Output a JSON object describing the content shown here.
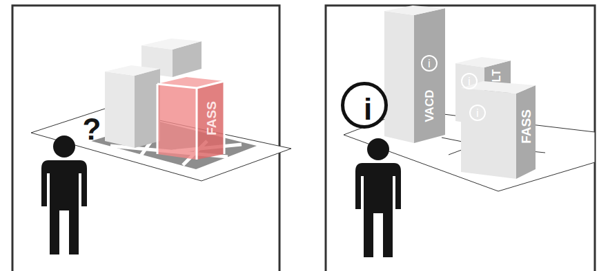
{
  "diagram": {
    "nodes": [
      {
        "text": [
          "FASS"
        ]
      },
      {
        "text": [
          "VACD",
          "i"
        ]
      },
      {
        "text": [
          "i",
          "LT"
        ]
      },
      {
        "text": [
          "i",
          "FASS"
        ]
      },
      {
        "text": [
          "i"
        ]
      }
    ],
    "labels": [
      "?"
    ]
  }
}
